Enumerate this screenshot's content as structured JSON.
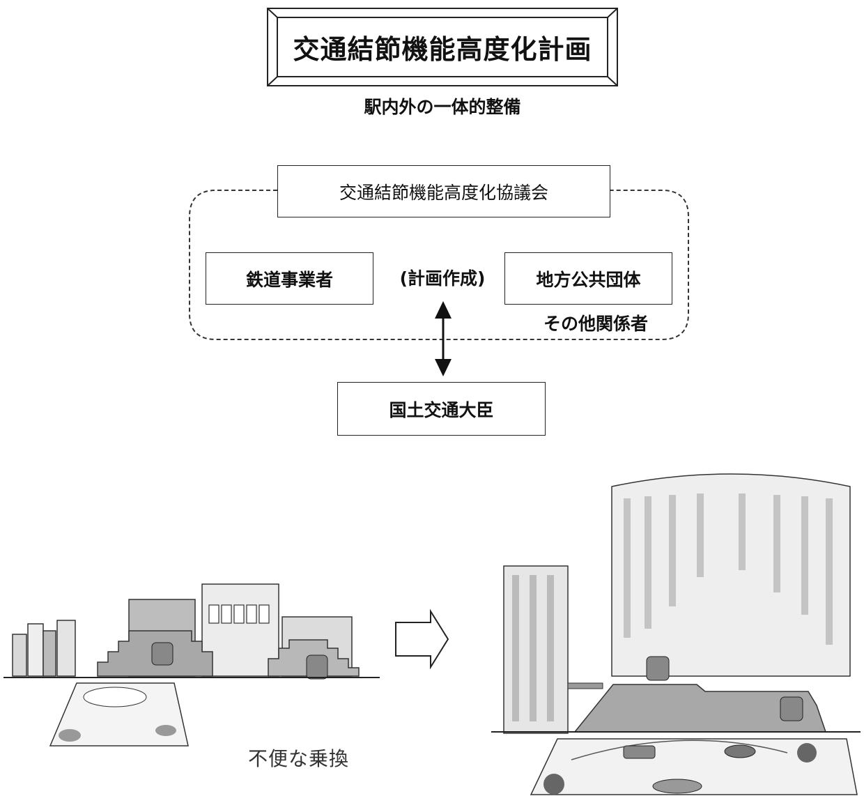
{
  "title": "交通結節機能高度化計画",
  "subtitle": "駅内外の一体的整備",
  "council": "交通結節機能高度化協議会",
  "railway_operator": "鉄道事業者",
  "plan_creation": "(計画作成)",
  "local_government": "地方公共団体",
  "other_parties": "その他関係者",
  "minister": "国土交通大臣",
  "before_caption": "不便な乗換"
}
